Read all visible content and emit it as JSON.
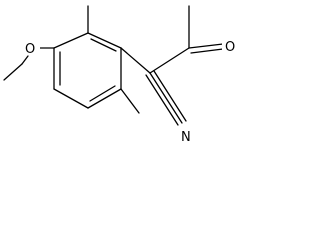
{
  "molecule": {
    "atoms": {
      "methoxy_oxygen": "O",
      "carbonyl_oxygen": "O",
      "nitrile_nitrogen": "N"
    }
  },
  "colors": {
    "bond": "#000000",
    "background": "#ffffff"
  }
}
